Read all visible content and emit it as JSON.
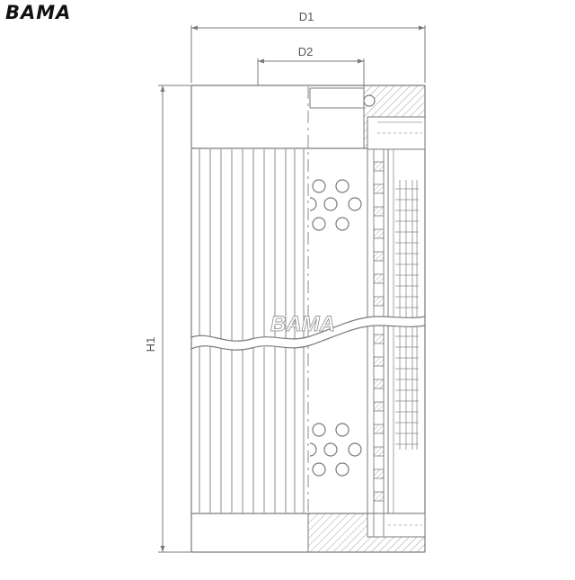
{
  "brand": {
    "logo_text": "BAMA",
    "watermark_text": "BAMA"
  },
  "dimensions": {
    "d1_label": "D1",
    "d2_label": "D2",
    "h1_label": "H1"
  },
  "colors": {
    "line": "#7a7a7a",
    "light_line": "#a8a8a8",
    "hatch": "#9a9a9a",
    "logo": "#111111",
    "background": "#ffffff"
  }
}
